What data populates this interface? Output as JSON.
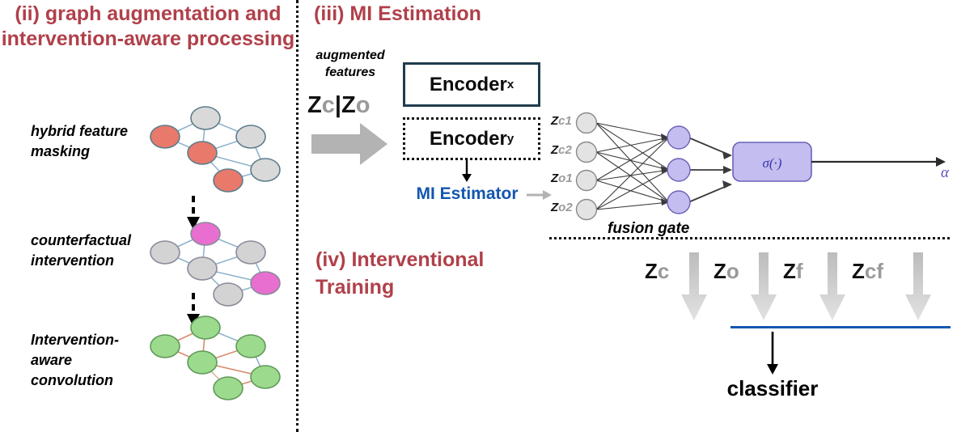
{
  "colors": {
    "heading_red": "#b0404a",
    "blue_accent": "#1356b0",
    "node_gray": "#d9d9d9",
    "node_salmon": "#e8796b",
    "node_magenta": "#e86fd0",
    "node_green": "#9cda8e",
    "hidden_purple": "#c3bdf0",
    "edge_blue": "#8fb4cc",
    "edge_orange": "#d98a6a",
    "arrow_gray": "#b3b3b3",
    "encoder_border": "#1f3c4d",
    "alpha_purple": "#5b4fc4"
  },
  "sections": {
    "ii": {
      "title": "(ii) graph augmentation and intervention-aware processing"
    },
    "iii": {
      "title": "(iii) MI Estimation"
    },
    "iv": {
      "title": "(iv) Interventional Training"
    }
  },
  "left_column": {
    "stages": [
      {
        "label": "hybrid feature masking",
        "graph": "graph-salmon"
      },
      {
        "label": "counterfactual intervention",
        "graph": "graph-magenta"
      },
      {
        "label": "Intervention-aware convolution",
        "graph": "graph-green"
      }
    ],
    "connector_icon": "dashed-down-arrow-icon"
  },
  "mi_estimation": {
    "augmented_features_label": "augmented features",
    "z_input": {
      "z1": "Z",
      "sub1": "c",
      "bar": "|",
      "z2": "Z",
      "sub2": "o"
    },
    "big_arrow_icon": "block-right-arrow-icon",
    "encoder_x": {
      "name": "Encoder",
      "subscript": "x",
      "border": "solid"
    },
    "encoder_y": {
      "name": "Encoder",
      "subscript": "y",
      "border": "dotted"
    },
    "down_arrow_icon": "down-arrow-icon",
    "mi_estimator_label": "MI Estimator",
    "right_arrow_icon": "right-arrow-icon"
  },
  "fusion_gate": {
    "label": "fusion gate",
    "input_nodes": [
      {
        "z": "Z",
        "sub": "c1"
      },
      {
        "z": "Z",
        "sub": "c2"
      },
      {
        "z": "Z",
        "sub": "o1"
      },
      {
        "z": "Z",
        "sub": "o2"
      }
    ],
    "hidden_node_count": 3,
    "sigma_box_label": "σ(·)",
    "output_label": "α"
  },
  "interventional_training": {
    "streams": [
      {
        "z": "Z",
        "sub": "c"
      },
      {
        "z": "Z",
        "sub": "o"
      },
      {
        "z": "Z",
        "sub": "f"
      },
      {
        "z": "Z",
        "sub": "cf"
      }
    ],
    "stream_arrow_icon": "thick-down-arrow-icon",
    "concat_bar": "blue-horizontal-bar",
    "down_arrow_icon": "down-arrow-icon",
    "classifier_label": "classifier"
  }
}
